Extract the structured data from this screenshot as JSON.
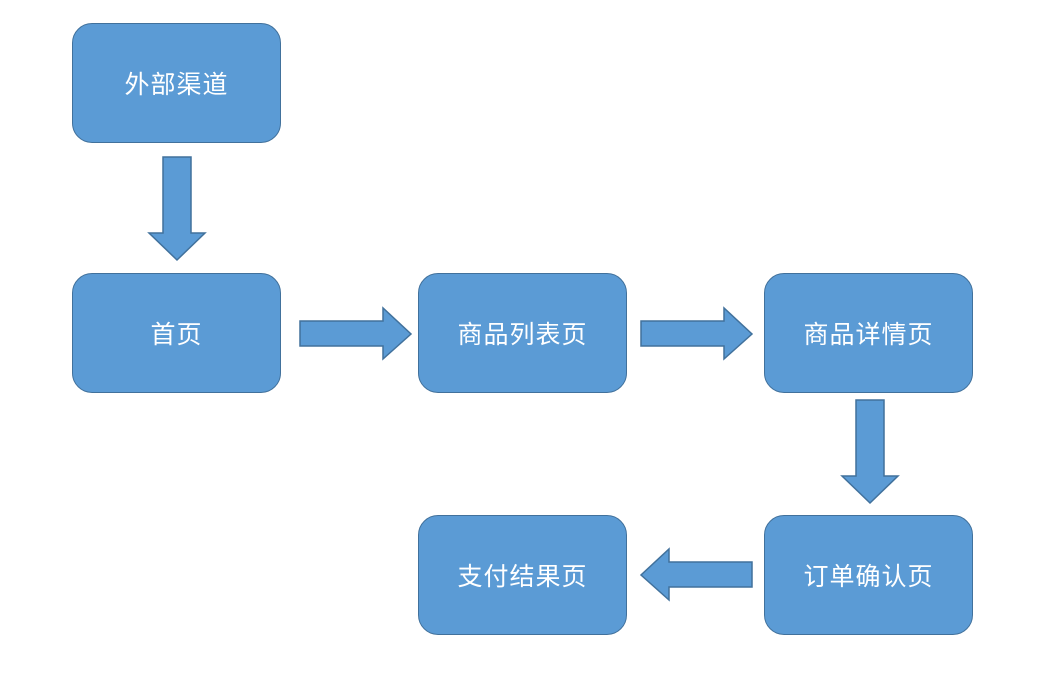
{
  "nodes": {
    "outer_channel": "外部渠道",
    "home": "首页",
    "product_list": "商品列表页",
    "product_detail": "商品详情页",
    "order_confirm": "订单确认页",
    "payment_result": "支付结果页"
  },
  "colors": {
    "box_fill": "#5b9bd5",
    "box_stroke": "#41719c",
    "text": "#ffffff"
  }
}
